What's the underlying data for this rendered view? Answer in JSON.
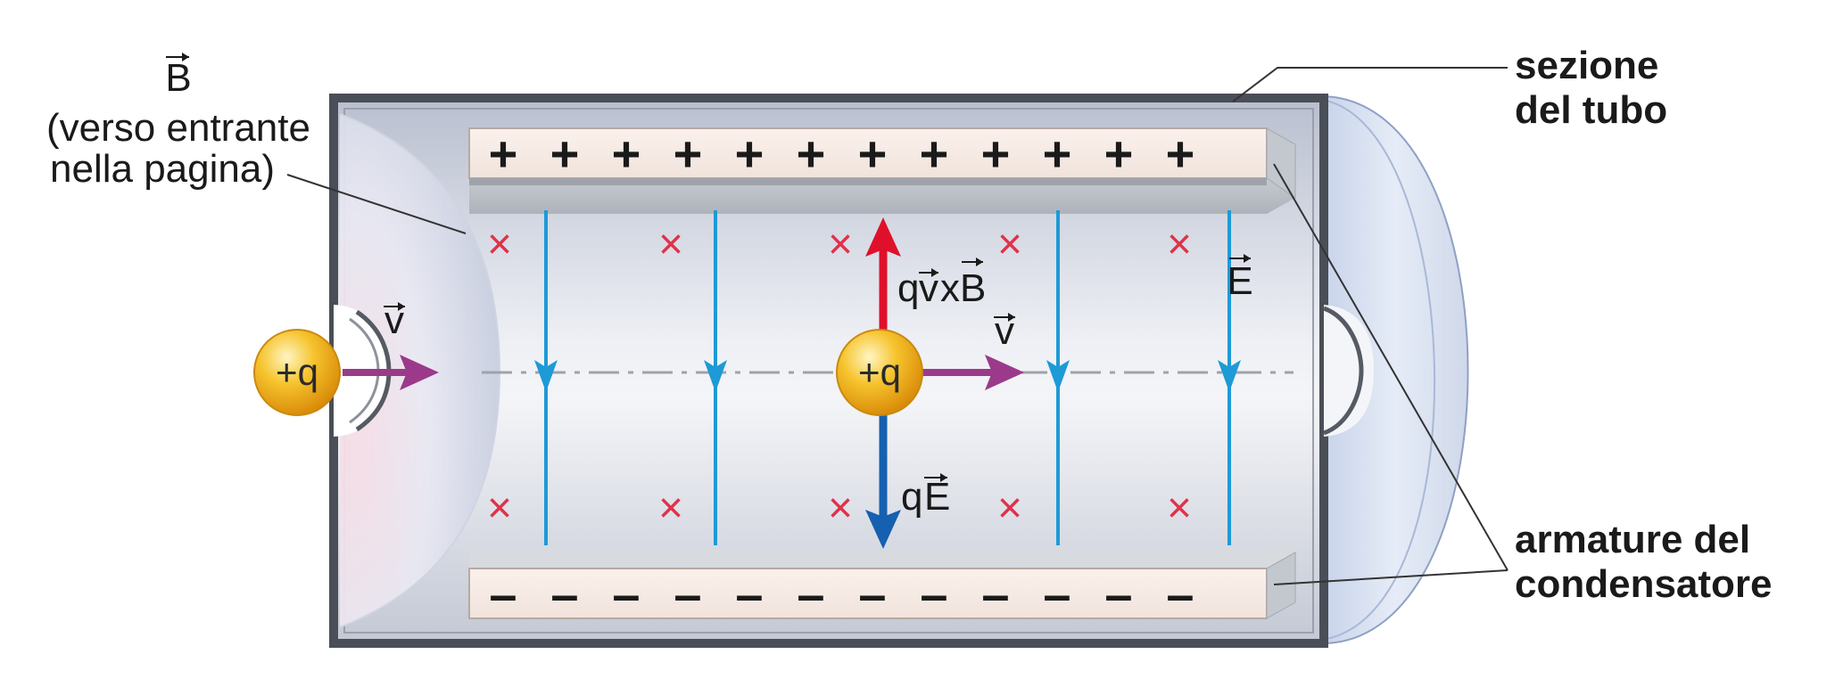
{
  "labels": {
    "b_vector": "B",
    "b_note_line1": "(verso entrante",
    "b_note_line2": "nella pagina)",
    "tube_section_line1": "sezione",
    "tube_section_line2": "del tubo",
    "plates_line1": "armature del",
    "plates_line2": "condensatore",
    "velocity": "v",
    "charge": "+q",
    "force_magnetic": "qv⃗xB",
    "force_magnetic_q": "q",
    "force_magnetic_v": "v",
    "force_magnetic_x": "x",
    "force_magnetic_b": "B",
    "force_electric_q": "q",
    "force_electric_e": "E",
    "e_field": "E"
  },
  "symbols": {
    "plus_sign": "+",
    "minus_sign": "–",
    "into_page": "×",
    "plus_count": 12,
    "minus_count": 12,
    "cross_count": 10
  },
  "colors": {
    "field_line": "#1e9ad6",
    "force_magnetic": "#e0102a",
    "force_electric": "#1560b0",
    "velocity": "#9b3a8a",
    "cross": "#e0314a",
    "tube_border": "#4a4e56",
    "charge": "#f2b41e"
  }
}
